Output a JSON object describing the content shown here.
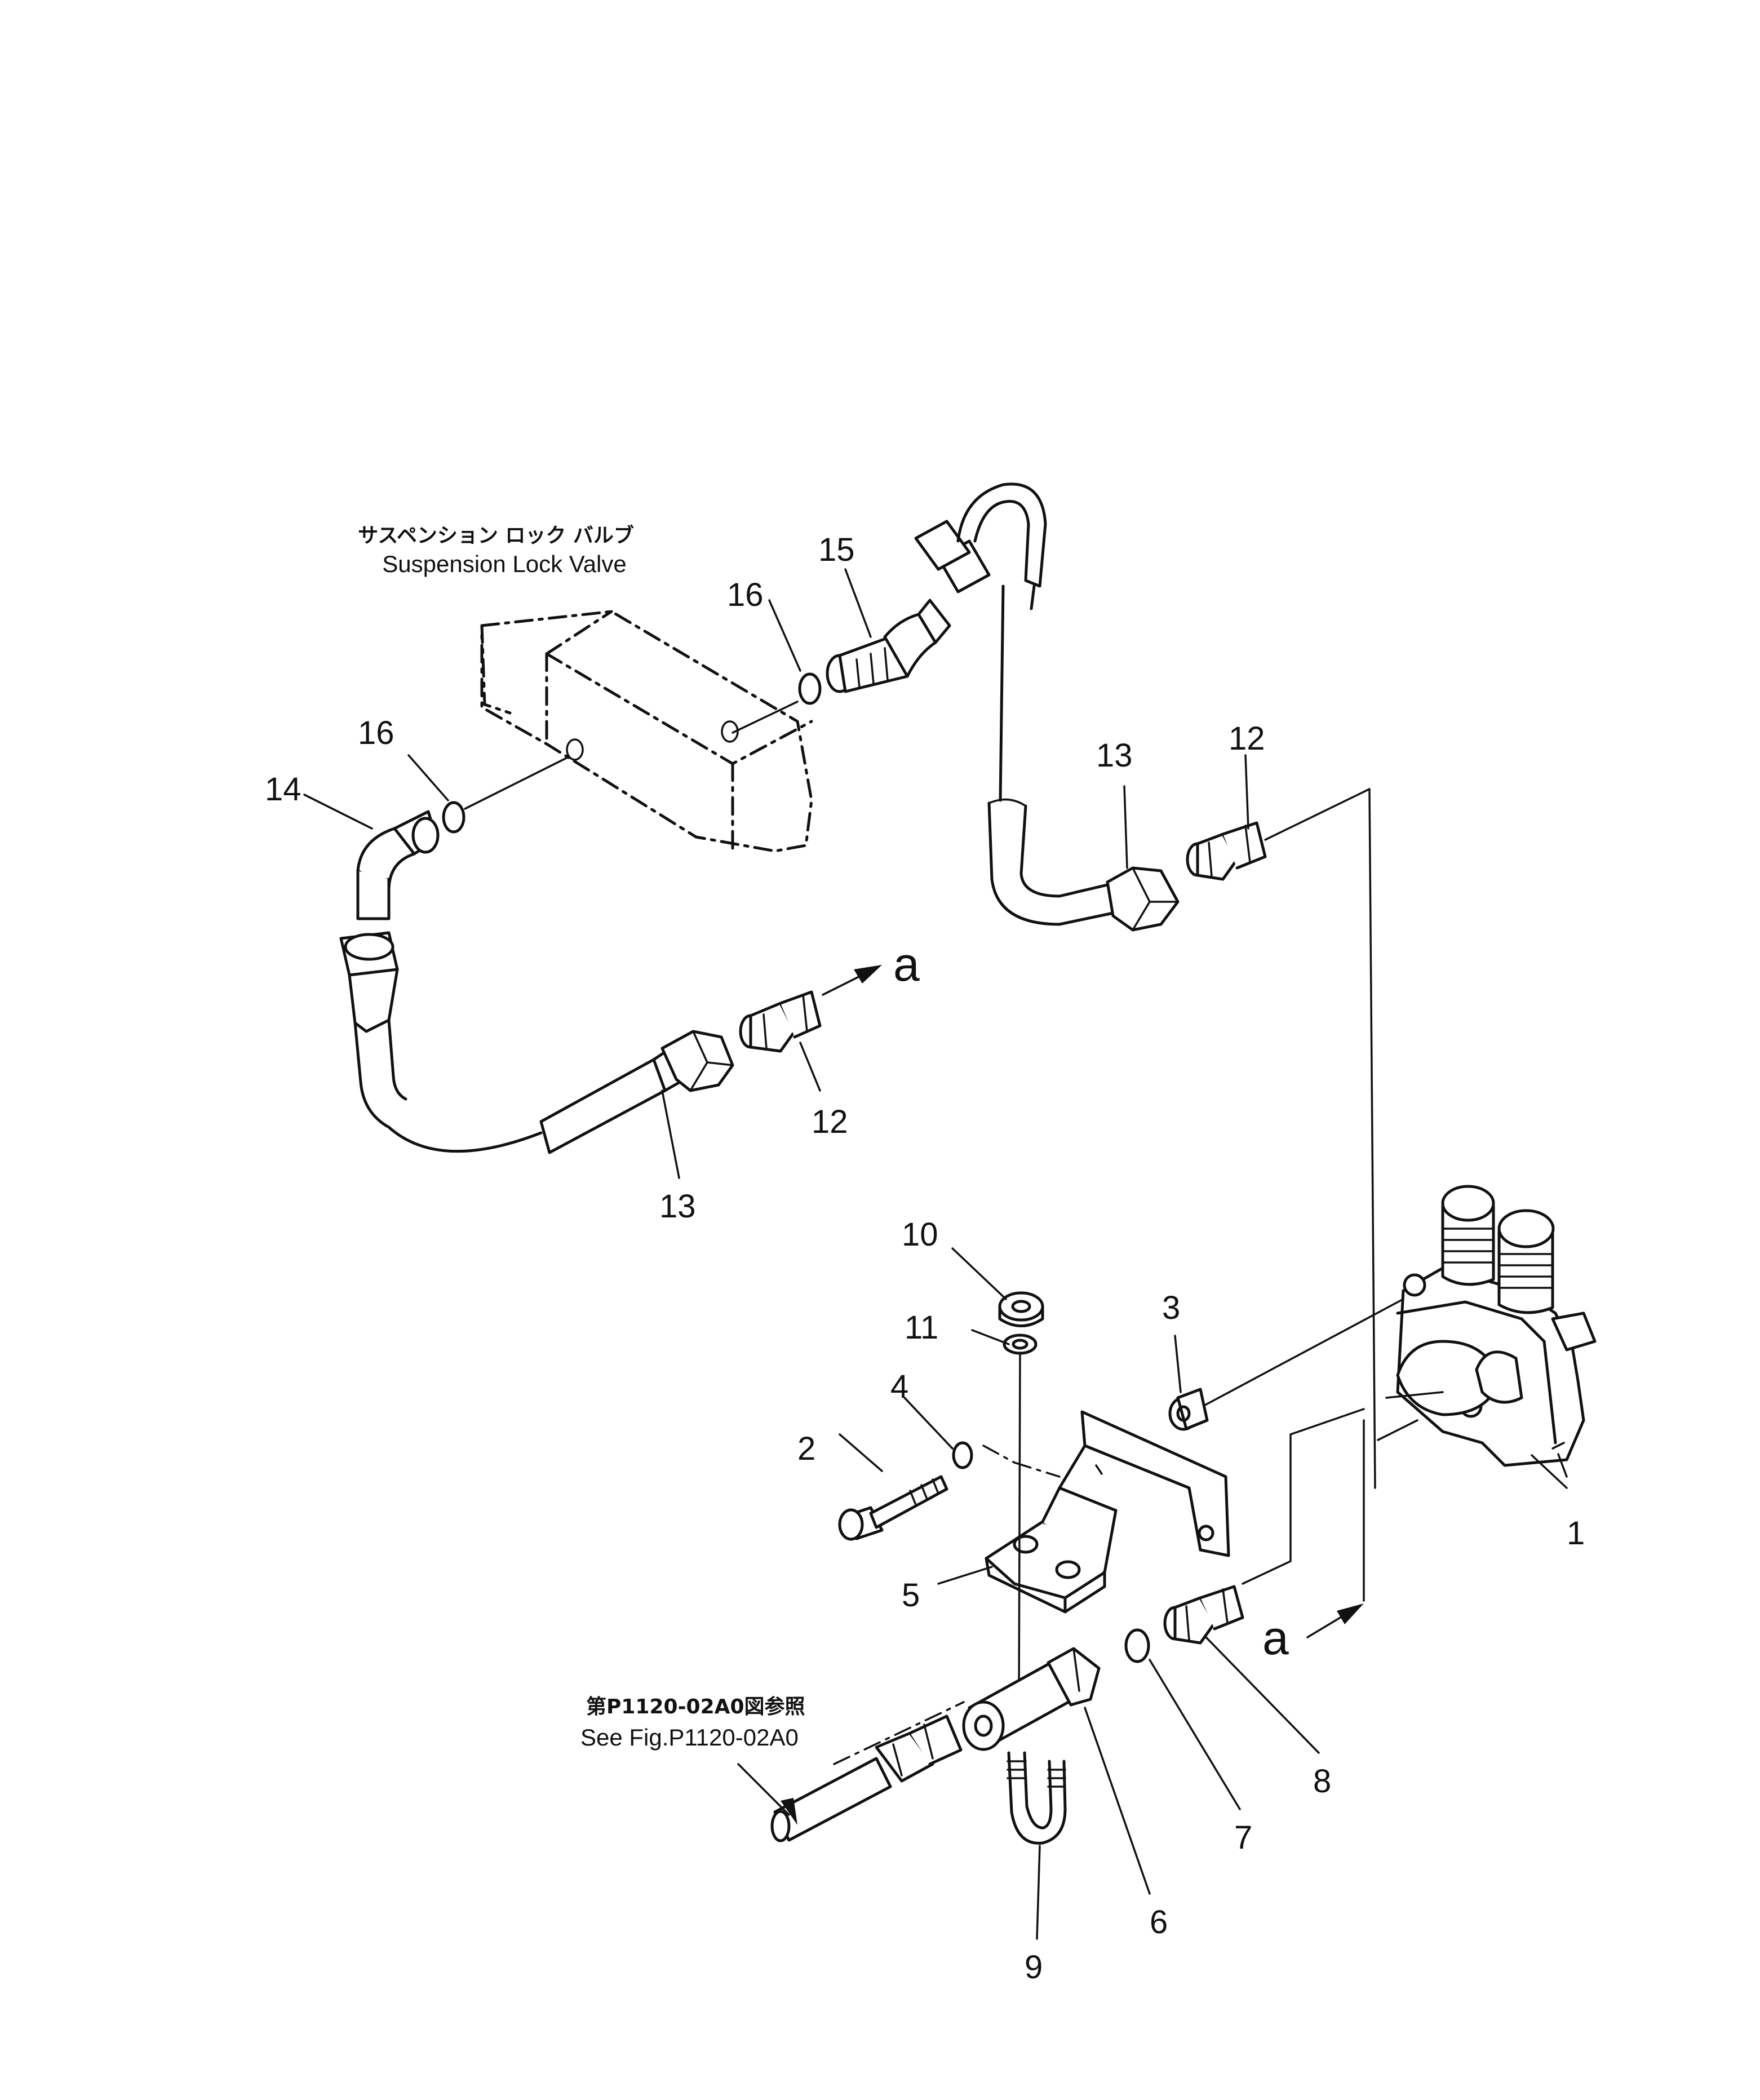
{
  "labels": {
    "valve_jp": "サスペンション ロック バルブ",
    "valve_en": "Suspension Lock Valve",
    "ref_jp": "第P1120-02A0図参照",
    "ref_en": "See Fig.P1120-02A0",
    "conn_a_top": "a",
    "conn_a_bottom": "a"
  },
  "callouts": {
    "n1": "1",
    "n2": "2",
    "n3": "3",
    "n4": "4",
    "n5": "5",
    "n6": "6",
    "n7": "7",
    "n8": "8",
    "n9": "9",
    "n10": "10",
    "n11": "11",
    "n12_upper": "12",
    "n12_lower": "12",
    "n13_upper": "13",
    "n13_lower": "13",
    "n14": "14",
    "n15": "15",
    "n16_upper": "16",
    "n16_lower": "16"
  }
}
